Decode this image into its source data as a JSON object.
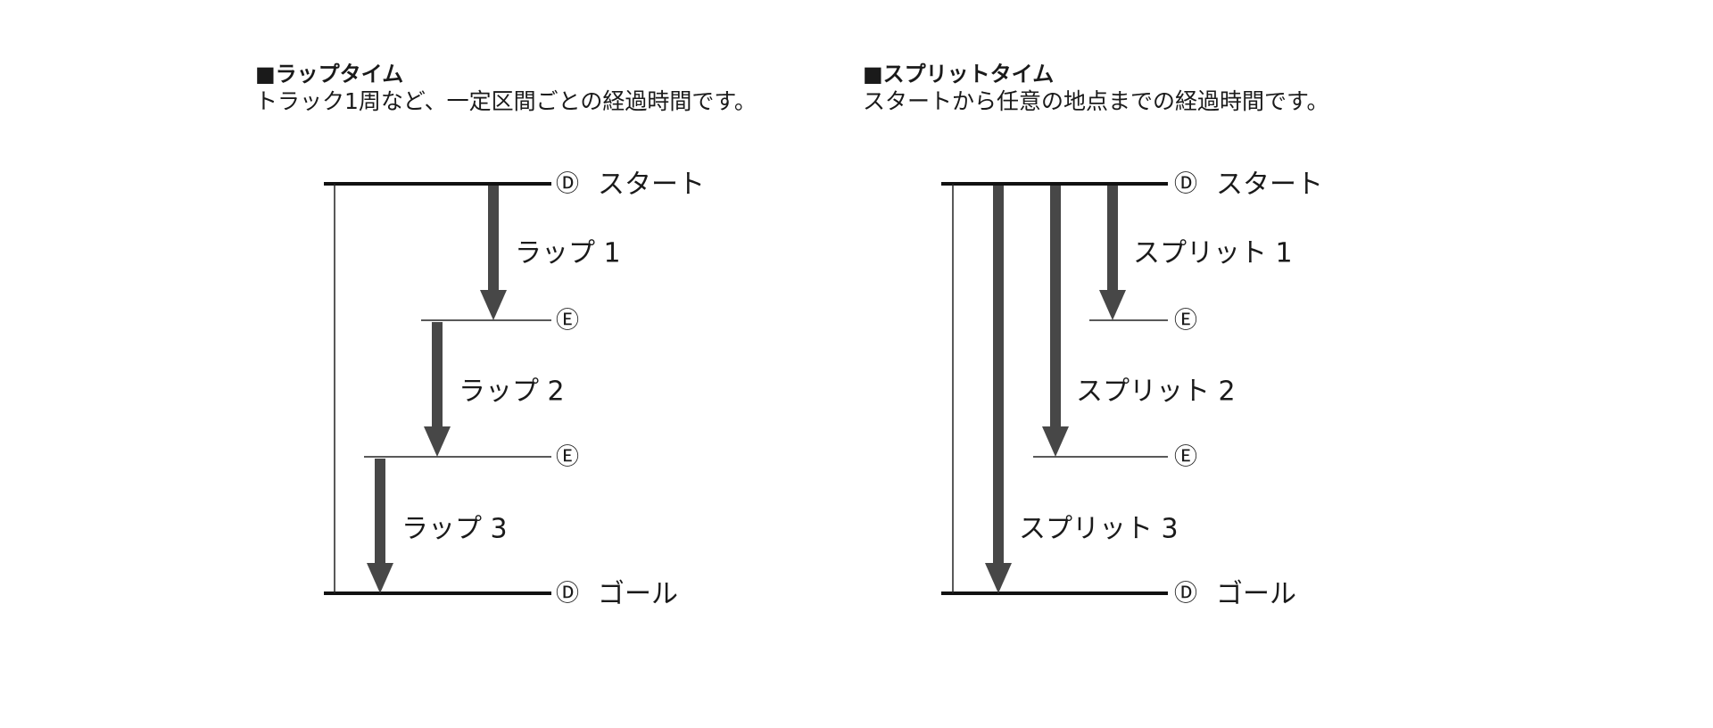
{
  "lap": {
    "title": "■ラップタイム",
    "description": "トラック1周など、一定区間ごとの経過時間です。",
    "start_marker": "Ⓓ",
    "start_label": "スタート",
    "end_marker_1": "Ⓔ",
    "end_marker_2": "Ⓔ",
    "goal_marker": "Ⓓ",
    "goal_label": "ゴール",
    "segments": [
      "ラップ 1",
      "ラップ 2",
      "ラップ 3"
    ]
  },
  "split": {
    "title": "■スプリットタイム",
    "description": "スタートから任意の地点までの経過時間です。",
    "start_marker": "Ⓓ",
    "start_label": "スタート",
    "end_marker_1": "Ⓔ",
    "end_marker_2": "Ⓔ",
    "goal_marker": "Ⓓ",
    "goal_label": "ゴール",
    "segments": [
      "スプリット 1",
      "スプリット 2",
      "スプリット 3"
    ]
  },
  "colors": {
    "arrow": "#474747",
    "line": "#111111"
  }
}
